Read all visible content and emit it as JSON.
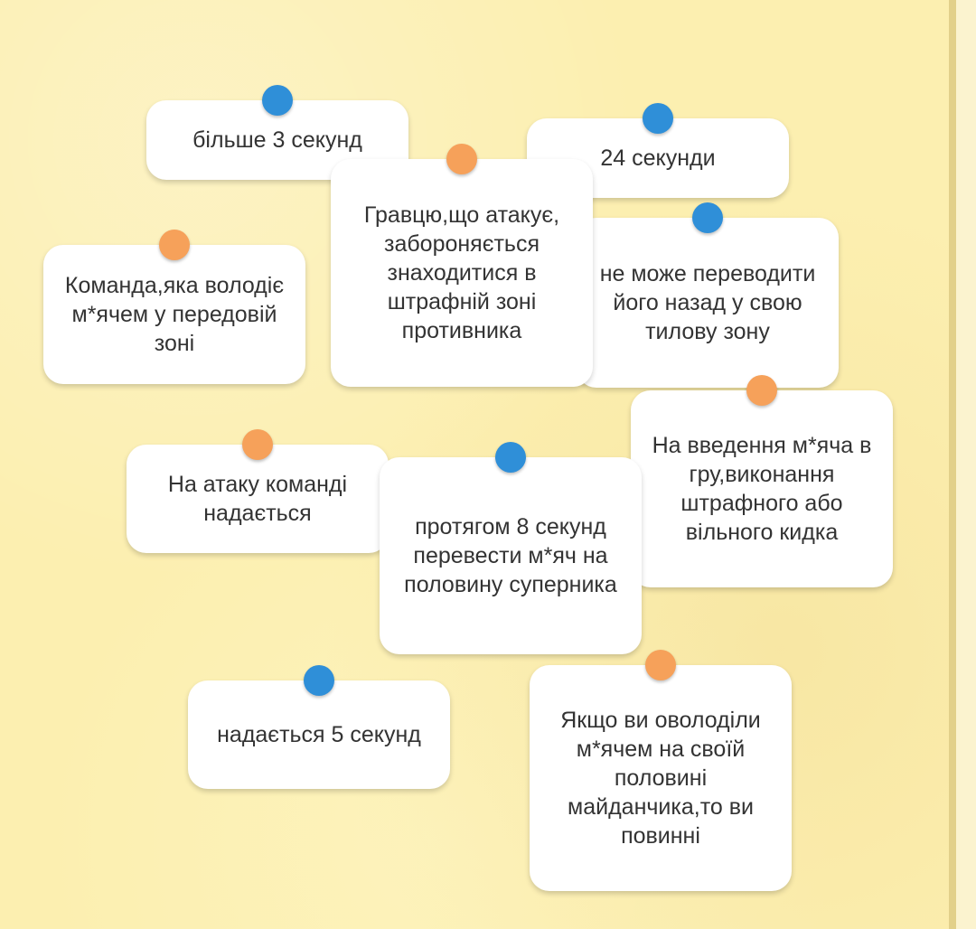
{
  "colors": {
    "background": "#fcefb0",
    "card": "#ffffff",
    "pin_blue": "#2f8fd8",
    "pin_orange": "#f6a15a",
    "text": "#333333"
  },
  "cards": [
    {
      "id": "c1",
      "pin": "blue-pin-icon",
      "text": "більше 3 секунд"
    },
    {
      "id": "c2",
      "pin": "blue-pin-icon",
      "text": "24 секунди"
    },
    {
      "id": "c3",
      "pin": "orange-pin-icon",
      "text": "Гравцю,що атакує, забороняється знаходитися в штрафній зоні противника"
    },
    {
      "id": "c4",
      "pin": "blue-pin-icon",
      "text": "не може переводити його назад у свою тилову зону"
    },
    {
      "id": "c5",
      "pin": "orange-pin-icon",
      "text": "Команда,яка володіє м*ячем у передовій зоні"
    },
    {
      "id": "c6",
      "pin": "orange-pin-icon",
      "text": "На введення м*яча в гру,виконання штрафного або вільного кидка"
    },
    {
      "id": "c7",
      "pin": "orange-pin-icon",
      "text": "На атаку команді надається"
    },
    {
      "id": "c8",
      "pin": "blue-pin-icon",
      "text": "протягом 8 секунд перевести м*яч на половину суперника"
    },
    {
      "id": "c9",
      "pin": "blue-pin-icon",
      "text": "надається 5 секунд"
    },
    {
      "id": "c10",
      "pin": "orange-pin-icon",
      "text": "Якщо ви оволоділи м*ячем на своїй половині майданчика,то ви повинні"
    }
  ]
}
